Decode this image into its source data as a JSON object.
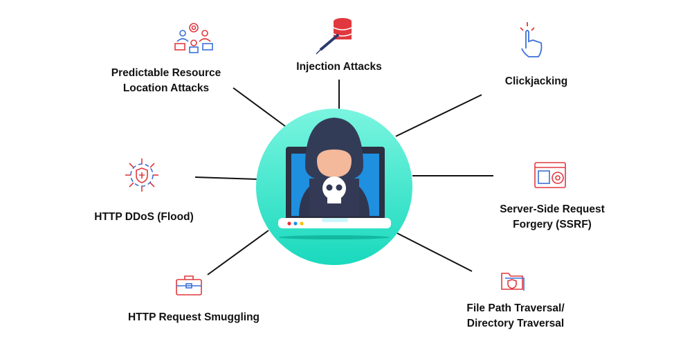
{
  "nodes": {
    "predictable": {
      "line1": "Predictable Resource",
      "line2": "Location Attacks",
      "icon": "people-gear-icon"
    },
    "injection": {
      "line1": "Injection Attacks",
      "icon": "database-syringe-icon"
    },
    "clickjacking": {
      "line1": "Clickjacking",
      "icon": "pointer-hand-icon"
    },
    "ddos": {
      "line1": "HTTP DDoS (Flood)",
      "icon": "shield-network-icon"
    },
    "ssrf": {
      "line1": "Server-Side Request",
      "line2": "Forgery (SSRF)",
      "icon": "server-gear-icon"
    },
    "smuggling": {
      "line1": "HTTP Request Smuggling",
      "icon": "briefcase-icon"
    },
    "filepath": {
      "line1": "File Path Traversal/",
      "line2": "Directory Traversal",
      "icon": "folder-shield-icon"
    }
  },
  "colors": {
    "teal": "#2fe3c6",
    "navy": "#333c57",
    "screen": "#1f8fe0",
    "accent_red": "#e0383e",
    "accent_blue": "#3a6fd8"
  }
}
